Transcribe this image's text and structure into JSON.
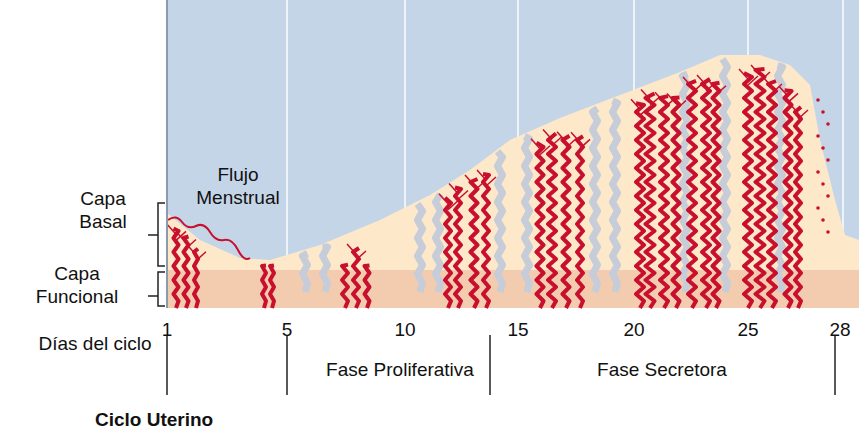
{
  "diagram": {
    "title": "Ciclo Uterino",
    "labels": [
      "Flujo Menstrual",
      "Capa Basal",
      "Capa Funcional",
      "1",
      "5",
      "10",
      "15",
      "20",
      "25",
      "28",
      "Días del ciclo",
      "Fase Proliferativa",
      "Fase Secretora"
    ]
  }
}
